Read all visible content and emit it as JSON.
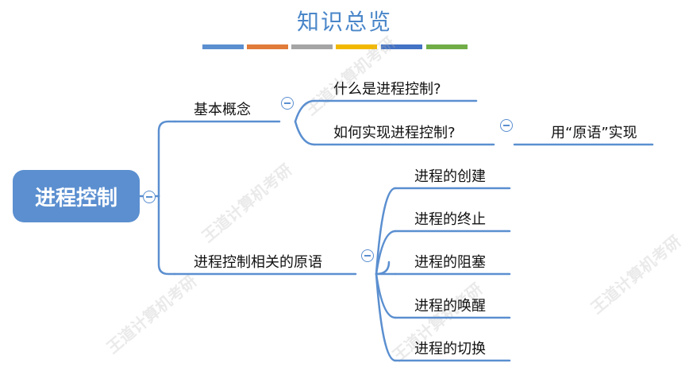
{
  "title": "知识总览",
  "color_bars": [
    "#5b8fd0",
    "#e07b39",
    "#a5a5a5",
    "#f2b800",
    "#4472c4",
    "#70ad47"
  ],
  "mindmap": {
    "root": "进程控制",
    "branch1": {
      "label": "基本概念",
      "children": [
        "什么是进程控制?",
        "如何实现进程控制?"
      ],
      "grandchild": "用“原语”实现"
    },
    "branch2": {
      "label": "进程控制相关的原语",
      "children": [
        "进程的创建",
        "进程的终止",
        "进程的阻塞",
        "进程的唤醒",
        "进程的切换"
      ]
    }
  },
  "watermark_text": "王道计算机考研"
}
